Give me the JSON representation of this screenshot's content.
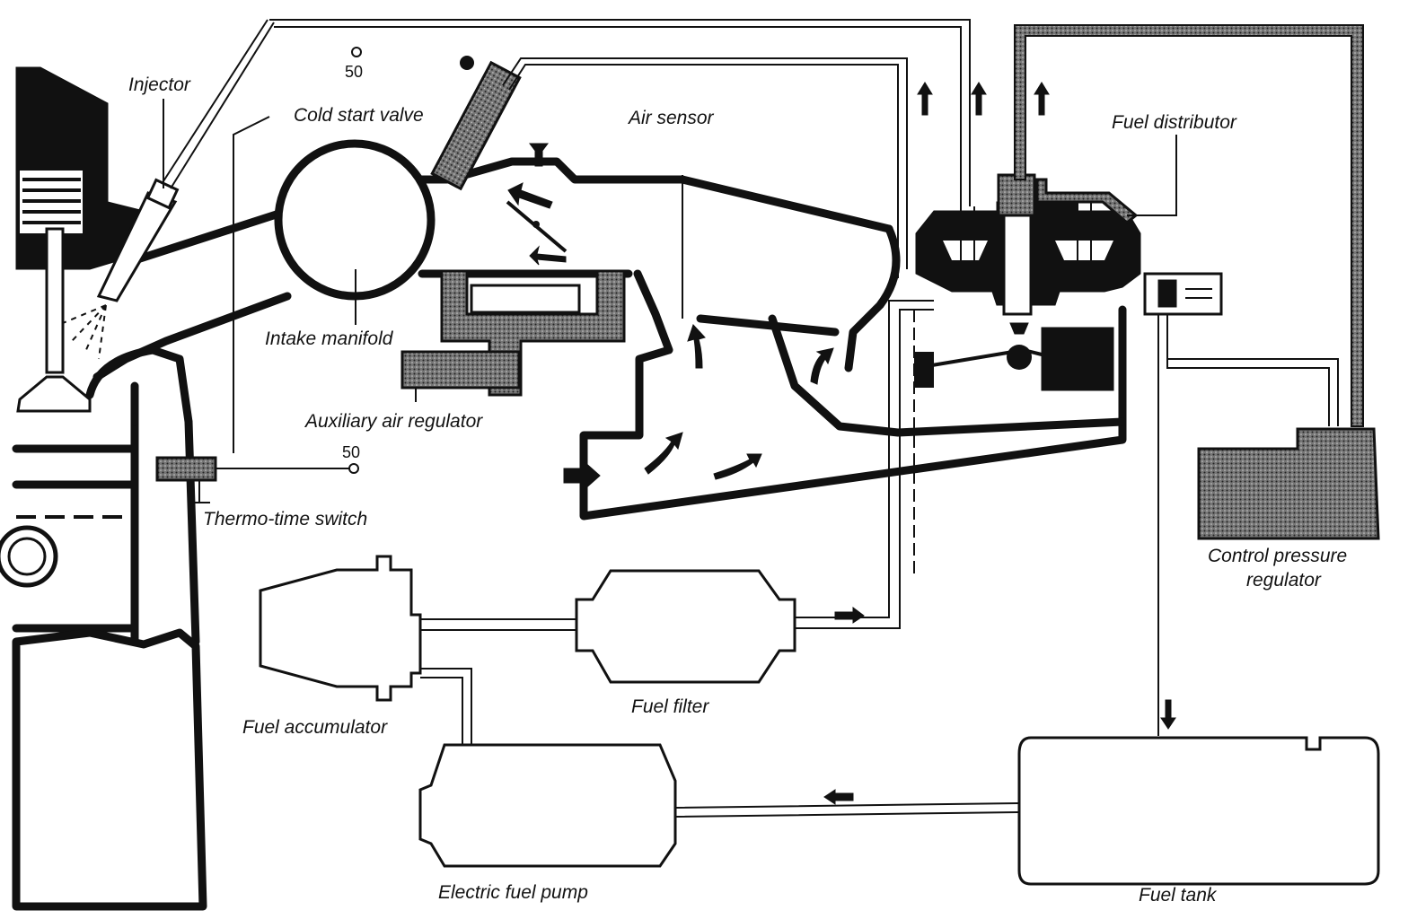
{
  "labels": {
    "injector": "Injector",
    "cold_start_valve": "Cold start valve",
    "air_sensor": "Air sensor",
    "fuel_distributor": "Fuel distributor",
    "intake_manifold": "Intake manifold",
    "auxiliary_air_regulator": "Auxiliary air regulator",
    "thermo_time_switch": "Thermo-time switch",
    "control_pressure_regulator_line1": "Control pressure",
    "control_pressure_regulator_line2": "regulator",
    "fuel_accumulator": "Fuel accumulator",
    "fuel_filter": "Fuel filter",
    "electric_fuel_pump": "Electric fuel pump",
    "fuel_tank": "Fuel tank"
  },
  "terminals": {
    "top": "50",
    "switch": "50"
  }
}
